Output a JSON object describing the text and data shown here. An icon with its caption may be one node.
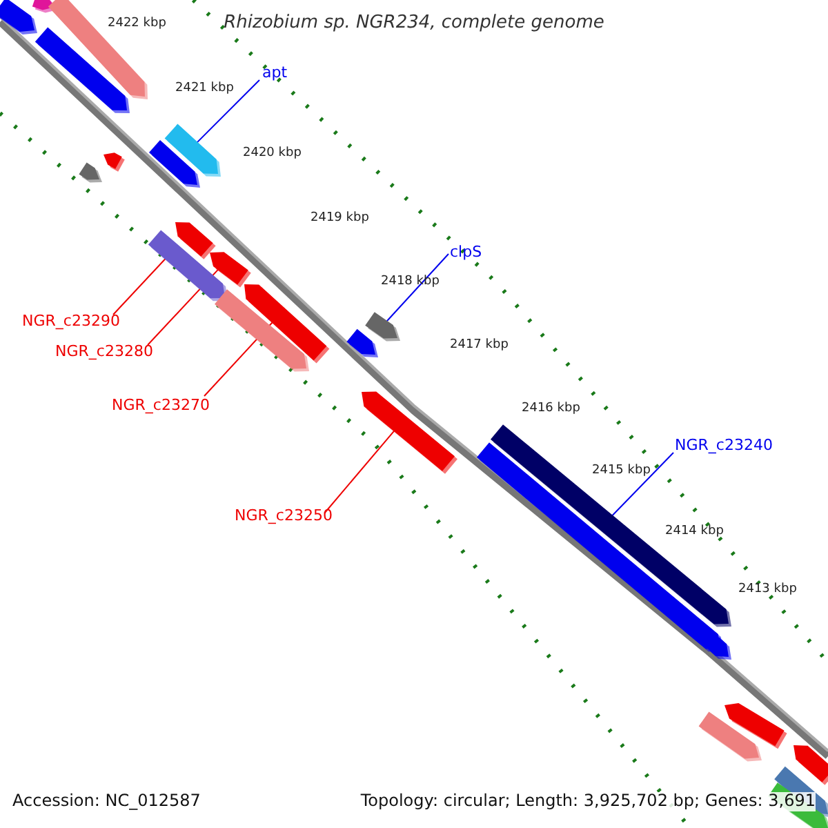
{
  "diagram": {
    "title": "Rhizobium sp. NGR234, complete genome",
    "nodes": [
      {
        "text": [],
        "shape": "bar"
      },
      {
        "text": [],
        "shape": "bar"
      },
      {
        "text": [],
        "shape": "bar"
      },
      {
        "text": [],
        "shape": "bar"
      },
      {
        "text": [
          "apt"
        ]
      },
      {
        "text": [],
        "shape": "bar"
      },
      {
        "text": [],
        "shape": "bar"
      },
      {
        "text": [],
        "shape": "bar"
      },
      {
        "text": [],
        "shape": "bar"
      },
      {
        "text": [],
        "shape": "bar"
      },
      {
        "text": [],
        "shape": "bar"
      },
      {
        "text": [],
        "shape": "bar"
      },
      {
        "text": [
          "NGR_c23290"
        ]
      },
      {
        "text": [
          "NGR_c23280"
        ]
      },
      {
        "text": [],
        "shape": "bar"
      },
      {
        "text": [],
        "shape": "bar"
      },
      {
        "text": [
          "clpS"
        ]
      },
      {
        "text": [],
        "shape": "bar"
      },
      {
        "text": [],
        "shape": "bar"
      },
      {
        "text": [
          "NGR_c23270"
        ]
      },
      {
        "text": [],
        "shape": "bar"
      },
      {
        "text": [],
        "shape": "bar"
      },
      {
        "text": [],
        "shape": "bar"
      },
      {
        "text": [
          "NGR_c23240"
        ]
      },
      {
        "text": [
          "NGR_c23250"
        ]
      },
      {
        "text": [],
        "shape": "bar"
      },
      {
        "text": [],
        "shape": "bar"
      },
      {
        "text": [],
        "shape": "bar"
      },
      {
        "text": [],
        "shape": "bar"
      },
      {
        "text": [],
        "shape": "bar"
      },
      {
        "text": [],
        "shape": "bar"
      }
    ],
    "edges": [
      {
        "from": 4,
        "to": 5,
        "arrow": "none",
        "color": "#0000ee"
      },
      {
        "from": 12,
        "to": 10,
        "arrow": "none"
      },
      {
        "from": 13,
        "to": 11,
        "arrow": "none"
      },
      {
        "from": 16,
        "to": 17,
        "arrow": "none",
        "color": "#0000ee"
      },
      {
        "from": 19,
        "to": 14,
        "arrow": "none"
      },
      {
        "from": 23,
        "to": 21,
        "arrow": "none",
        "color": "#0000ee"
      },
      {
        "from": 24,
        "to": 20,
        "arrow": "none"
      }
    ],
    "labels": [
      "2422 kbp",
      "2421 kbp",
      "2420 kbp",
      "2419 kbp",
      "2418 kbp",
      "2417 kbp",
      "2416 kbp",
      "2415 kbp",
      "2414 kbp",
      "2413 kbp",
      "Accession: NC_012587",
      "Topology: circular; Length: 3,925,702 bp; Genes: 3,691"
    ]
  }
}
